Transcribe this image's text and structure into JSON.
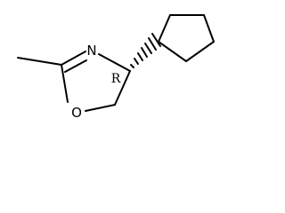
{
  "molecule": {
    "atoms": {
      "n": "N",
      "o": "O"
    },
    "stereo_descriptor": "R"
  }
}
